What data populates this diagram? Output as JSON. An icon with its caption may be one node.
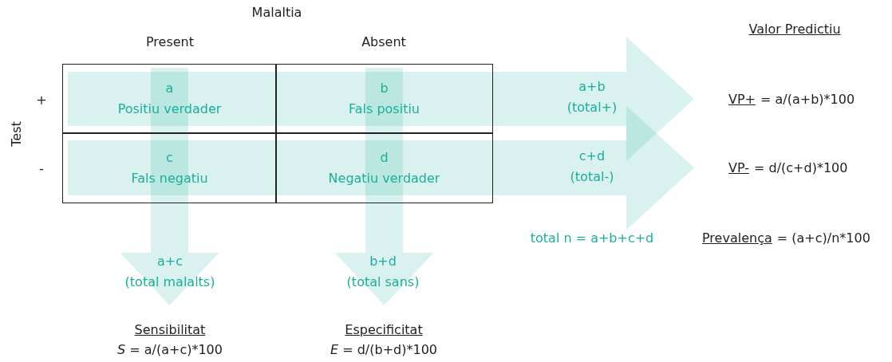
{
  "diagram": {
    "nodes": [
      {
        "text": [
          "a",
          "Positiu verdader"
        ]
      },
      {
        "text": [
          "b",
          "Fals positiu"
        ]
      },
      {
        "text": [
          "c",
          "Fals negatiu"
        ]
      },
      {
        "text": [
          "d",
          "Negatiu verdader"
        ]
      },
      {
        "text": [
          "a+b",
          "(total+)"
        ]
      },
      {
        "text": [
          "c+d",
          "(total-)"
        ]
      },
      {
        "text": [
          "a+c",
          "(total malalts)"
        ]
      },
      {
        "text": [
          "b+d",
          "(total sans)"
        ]
      }
    ],
    "edges": [
      {
        "from": 0,
        "to": 4,
        "arrow": "to"
      },
      {
        "from": 1,
        "to": 4,
        "arrow": "to"
      },
      {
        "from": 2,
        "to": 5,
        "arrow": "to"
      },
      {
        "from": 3,
        "to": 5,
        "arrow": "to"
      },
      {
        "from": 0,
        "to": 6,
        "arrow": "to"
      },
      {
        "from": 2,
        "to": 6,
        "arrow": "to"
      },
      {
        "from": 1,
        "to": 7,
        "arrow": "to"
      },
      {
        "from": 3,
        "to": 7,
        "arrow": "to"
      }
    ],
    "labels": [
      "Malaltia",
      "Present",
      "Absent",
      "Valor Predictiu",
      "Test",
      "+",
      "-",
      "VP+",
      "= a/(a+b)*100",
      "VP-",
      "= d/(c+d)*100",
      "total n = a+b+c+d",
      "Prevalença",
      "= (a+c)/n*100",
      "Sensibilitat",
      "*S* = a/(a+c)*100",
      "Especificitat",
      "*E* = d/(b+d)*100"
    ]
  }
}
